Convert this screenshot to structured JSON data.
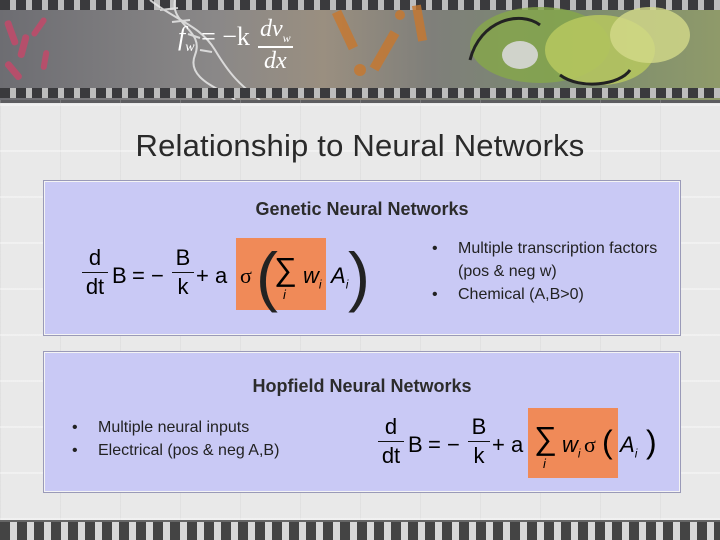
{
  "banner": {
    "formula_prefix": "f",
    "formula_sub": "w",
    "formula_eq": "= −k",
    "formula_num": "dv",
    "formula_num_sub": "w",
    "formula_den": "dx"
  },
  "title": "Relationship to Neural Networks",
  "genetic": {
    "heading": "Genetic Neural Networks",
    "bullets": [
      {
        "text": "Multiple transcription factors (pos & neg w)"
      },
      {
        "text": "Chemical (A,B>0)"
      }
    ],
    "equation": {
      "d": "d",
      "dt": "dt",
      "B": "B",
      "minus": "= −",
      "B2": "B",
      "k": "k",
      "plus_a": "+ a",
      "sigma": "σ",
      "sum": "∑",
      "w": "w",
      "wi": "i",
      "A": "A",
      "Ai": "i",
      "sum_idx": "i"
    }
  },
  "hopfield": {
    "heading": "Hopfield Neural Networks",
    "bullets": [
      {
        "text": "Multiple neural inputs"
      },
      {
        "text": "Electrical (pos & neg A,B)"
      }
    ],
    "equation": {
      "d": "d",
      "dt": "dt",
      "B": "B",
      "minus": "= −",
      "B2": "B",
      "k": "k",
      "plus_a": "+ a",
      "sigma": "σ",
      "sum": "∑",
      "w": "w",
      "wi": "i",
      "A": "A",
      "Ai": "i",
      "sum_idx": "i"
    }
  },
  "colors": {
    "panel": "#c9c9f5",
    "highlight": "#f08a58"
  }
}
